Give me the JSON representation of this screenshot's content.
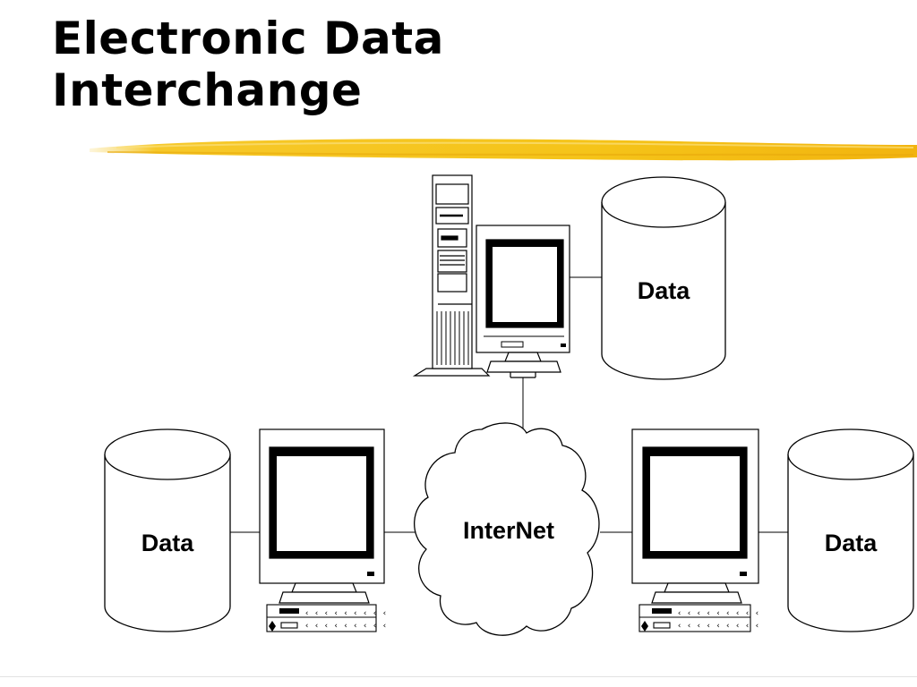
{
  "slide": {
    "title_line1": "Electronic Data",
    "title_line2": "Interchange"
  },
  "diagram": {
    "network_label": "InterNet",
    "server_database_label": "Data",
    "left_database_label": "Data",
    "right_database_label": "Data"
  },
  "colors": {
    "highlighter": "#f5c419",
    "ink": "#000000",
    "background": "#ffffff"
  },
  "icons": [
    "tower-server-icon",
    "monitor-icon",
    "keyboard-icon",
    "database-cylinder-icon",
    "cloud-icon"
  ]
}
